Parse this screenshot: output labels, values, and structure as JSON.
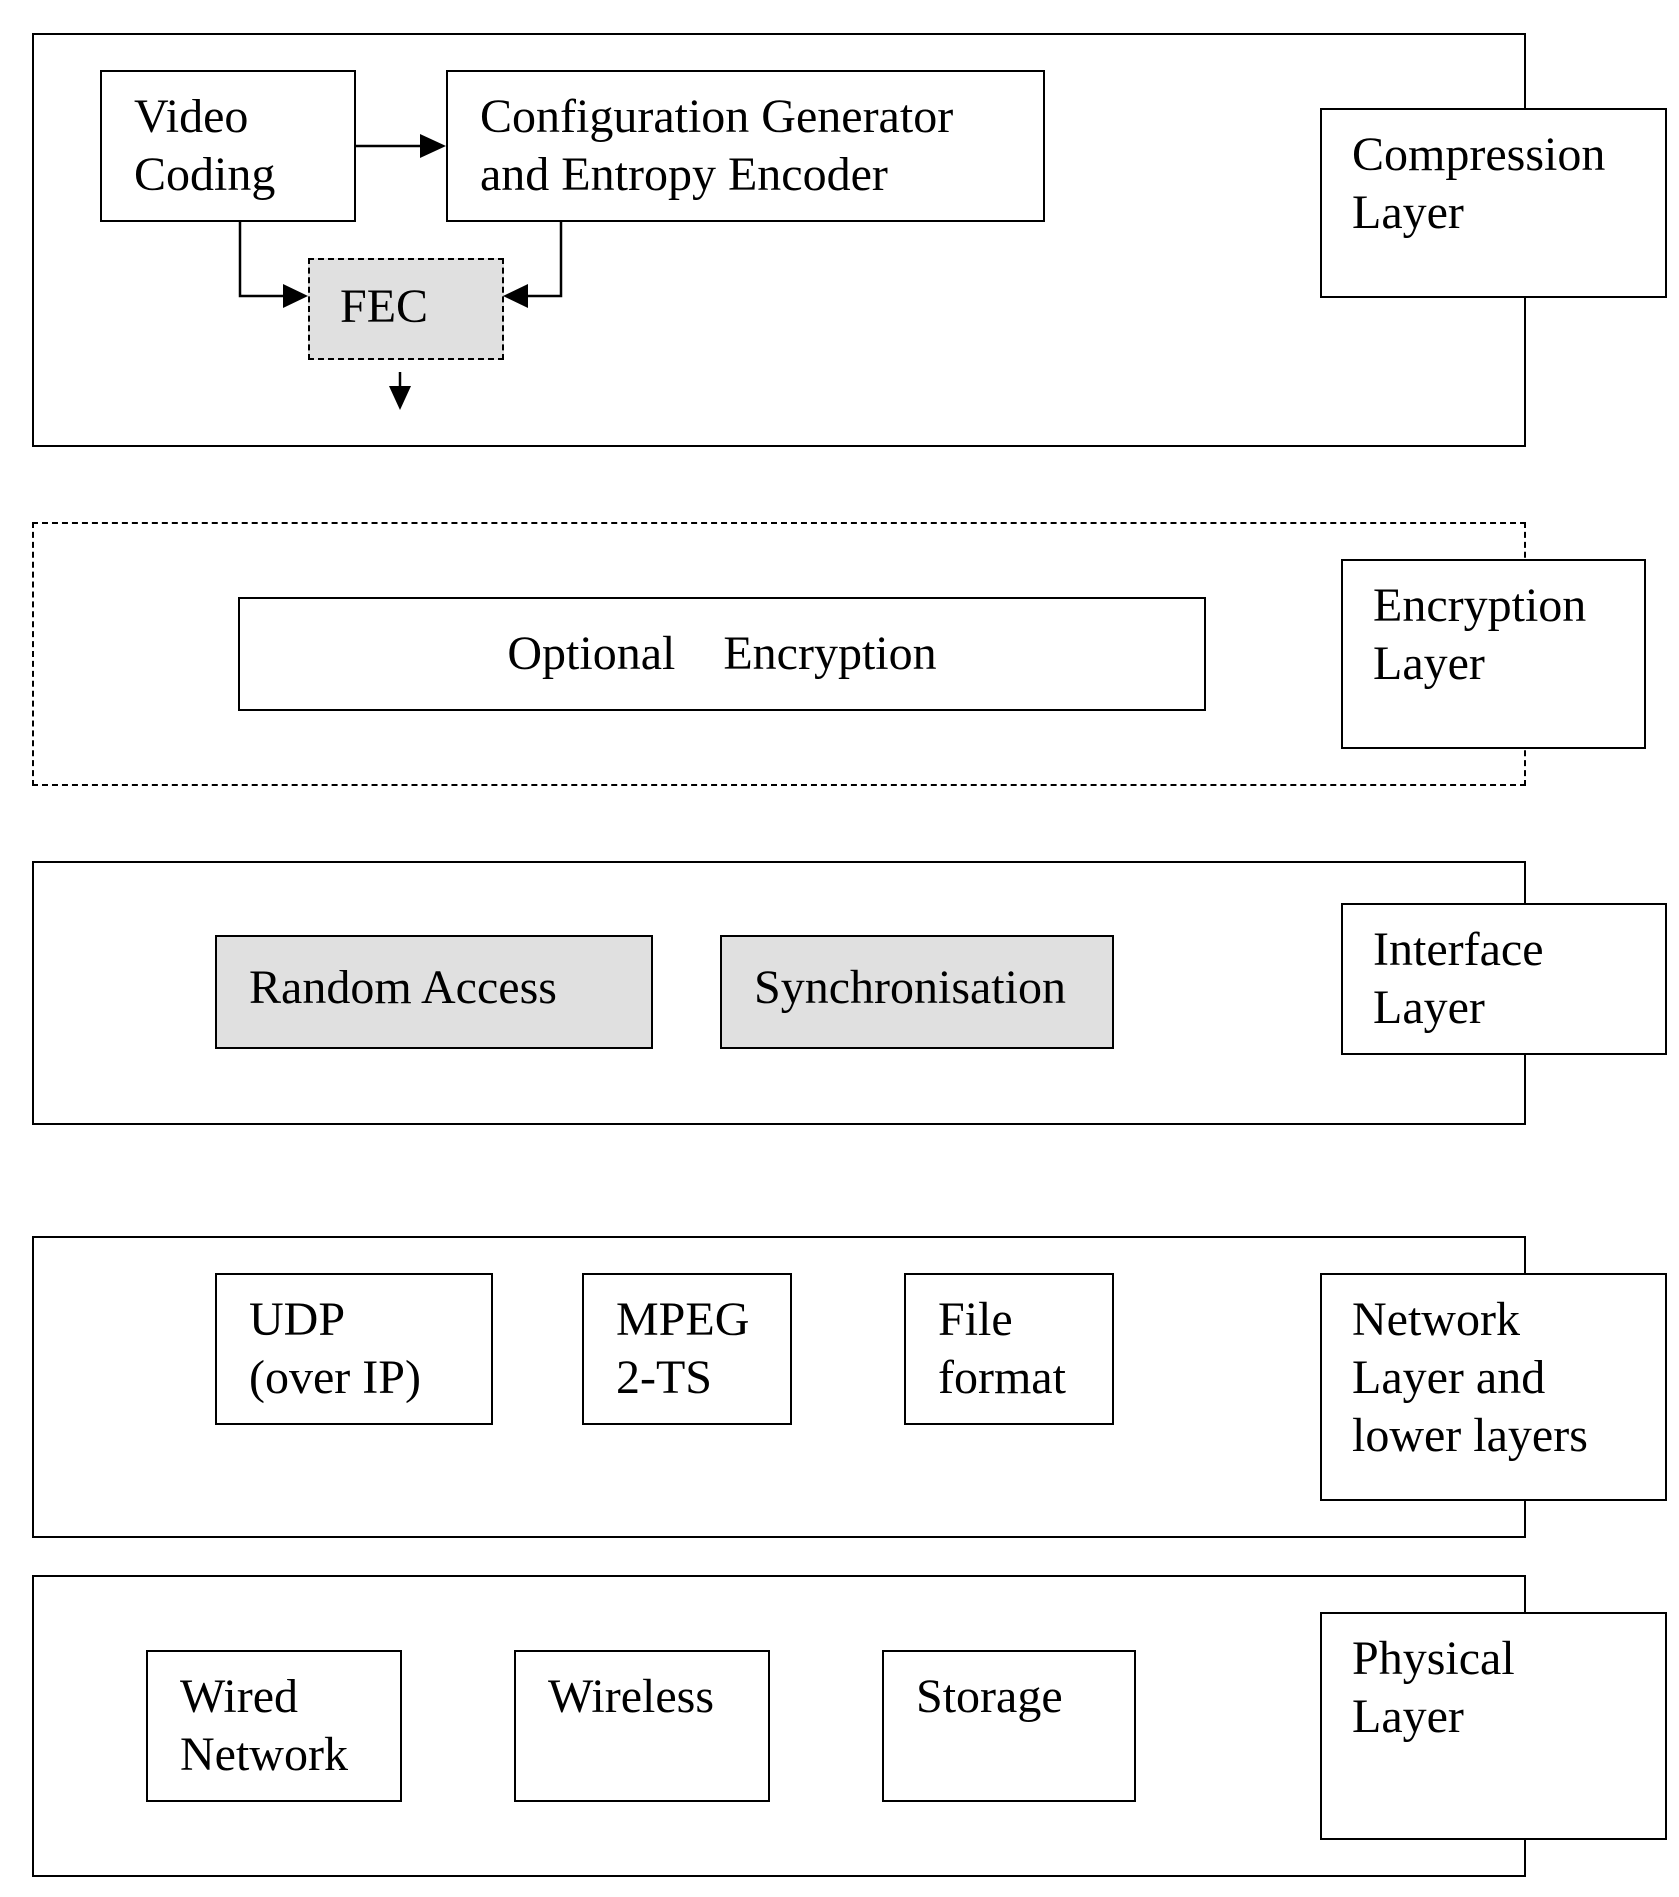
{
  "layers": {
    "compression": {
      "label": [
        "Compression",
        "Layer"
      ],
      "components": {
        "video_coding": [
          "Video",
          "Coding"
        ],
        "config_generator": [
          "Configuration Generator",
          "and Entropy Encoder"
        ],
        "fec": [
          "FEC"
        ]
      }
    },
    "encryption": {
      "label": [
        "Encryption",
        "Layer"
      ],
      "components": {
        "optional_encryption": "Optional    Encryption"
      }
    },
    "interface": {
      "label": [
        "Interface",
        "Layer"
      ],
      "components": {
        "random_access": [
          "Random Access"
        ],
        "synchronisation": [
          "Synchronisation"
        ]
      }
    },
    "network": {
      "label": [
        "Network",
        "Layer and",
        "lower layers"
      ],
      "components": {
        "udp": [
          "UDP",
          "(over IP)"
        ],
        "mpeg": [
          "MPEG",
          "2-TS"
        ],
        "file_format": [
          "File",
          "format"
        ]
      }
    },
    "physical": {
      "label": [
        "Physical",
        "Layer"
      ],
      "components": {
        "wired": [
          "Wired",
          "Network"
        ],
        "wireless": [
          "Wireless"
        ],
        "storage": [
          "Storage"
        ]
      }
    }
  },
  "colors": {
    "line": "#000000",
    "shaded_fill": "#e0e0e0",
    "background": "#ffffff"
  }
}
